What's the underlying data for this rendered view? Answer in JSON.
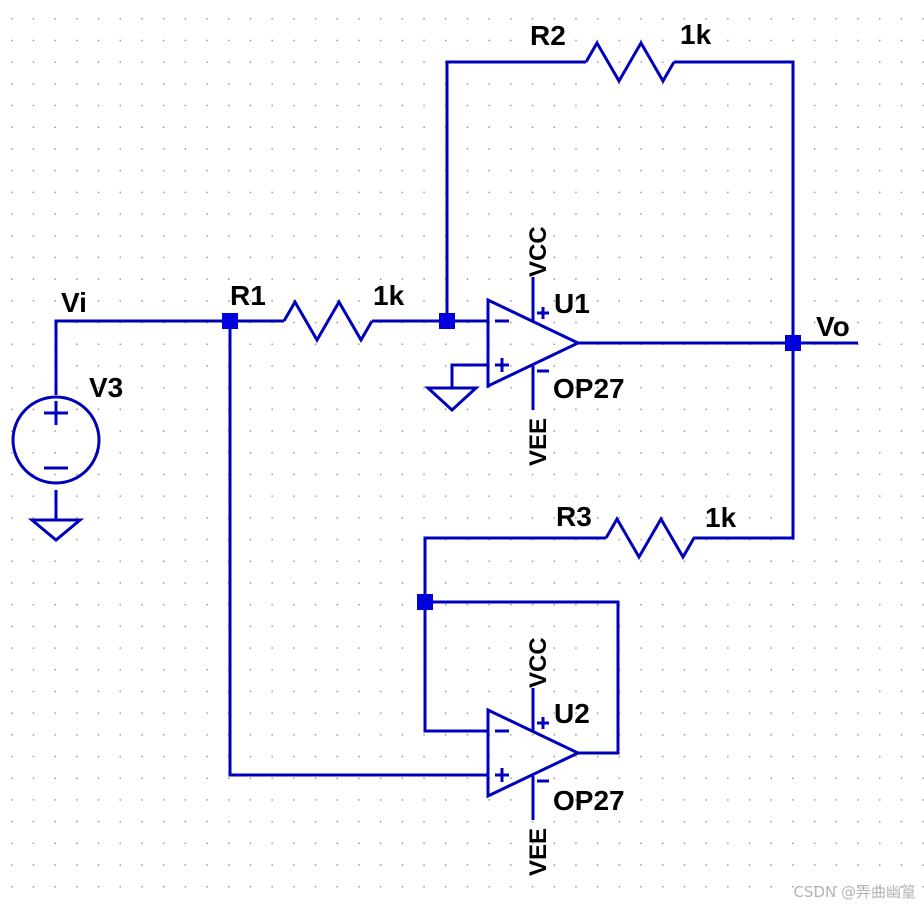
{
  "nets": {
    "vi": "Vi",
    "vo": "Vo"
  },
  "source": {
    "name": "V3"
  },
  "resistors": [
    {
      "name": "R1",
      "value": "1k"
    },
    {
      "name": "R2",
      "value": "1k"
    },
    {
      "name": "R3",
      "value": "1k"
    }
  ],
  "opamps": [
    {
      "name": "U1",
      "model": "OP27",
      "vcc": "VCC",
      "vee": "VEE"
    },
    {
      "name": "U2",
      "model": "OP27",
      "vcc": "VCC",
      "vee": "VEE"
    }
  ],
  "watermark": "CSDN @弄曲幽篁",
  "colors": {
    "wire": "#0000bb",
    "junction": "#0000dd",
    "grid_dot": "#9a9a9a"
  }
}
